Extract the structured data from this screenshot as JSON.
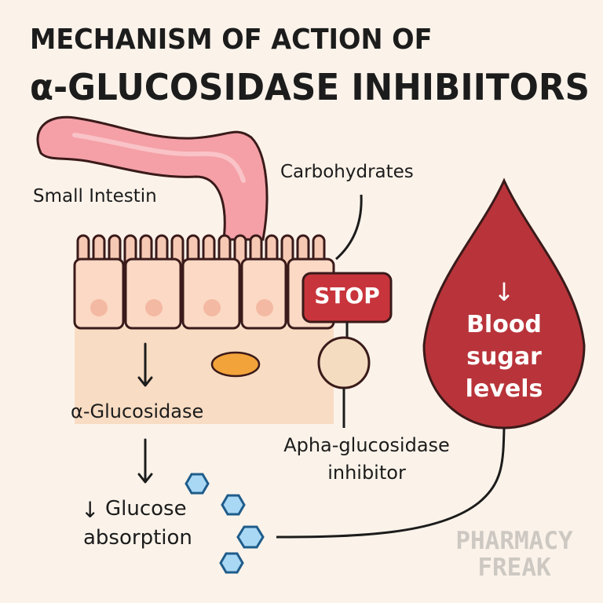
{
  "title": {
    "line1": "MECHANISM OF ACTION OF",
    "line2": "α-GLUCOSIDASE INHIBIITORS"
  },
  "labels": {
    "small_intestine": "Small Intestin",
    "carbohydrates": "Carbohydrates",
    "stop": "STOP",
    "enzyme": "α-Glucosidase",
    "inhibitor_line1": "Apha-glucosidase",
    "inhibitor_line2": "inhibitor",
    "glucose_line1": "Glucose",
    "glucose_line2": "absorption",
    "blood_line1": "Blood",
    "blood_line2": "sugar",
    "blood_line3": "levels"
  },
  "symbols": {
    "down_arrow": "↓"
  },
  "watermark": {
    "line1": "PHARMACY",
    "line2": "FREAK"
  },
  "colors": {
    "background": "#fbf3ea",
    "intestine_pink": "#f4a0a6",
    "cell_fill": "#fbd9c5",
    "stop_red": "#c8343b",
    "blood_red": "#b8343a",
    "enzyme_orange": "#f2a33a",
    "inhibitor_beige": "#f3dcc0",
    "glucose_blue": "#a9d8f5"
  },
  "icons": [
    "intestine-icon",
    "stop-sign-icon",
    "blood-drop-icon",
    "enzyme-icon",
    "inhibitor-icon",
    "glucose-hexagon-icon"
  ]
}
